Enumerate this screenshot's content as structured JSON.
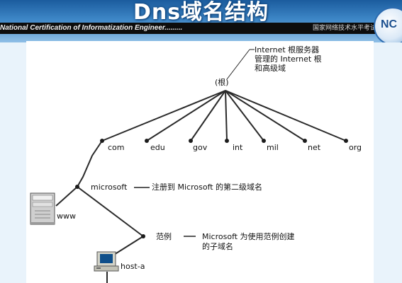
{
  "header": {
    "title": "Dns域名结构",
    "band_left": "National  Certification  of  Informatization  Engineer.........",
    "band_right": "国家网络技术水平考试",
    "logo_text": "NC"
  },
  "diagram": {
    "root_label": "(根)",
    "root_note": [
      "Internet 根服务器",
      "管理的 Internet 根",
      "和高级域"
    ],
    "top_level_domains": [
      "com",
      "edu",
      "gov",
      "int",
      "mil",
      "net",
      "org"
    ],
    "second_level": "microsoft",
    "second_level_note": "注册到 Microsoft 的第二级域名",
    "host_www": "www",
    "subdomain": "范例",
    "subdomain_note": [
      "Microsoft 为使用范例创建",
      "的子域名"
    ],
    "host_a": "host-a"
  }
}
